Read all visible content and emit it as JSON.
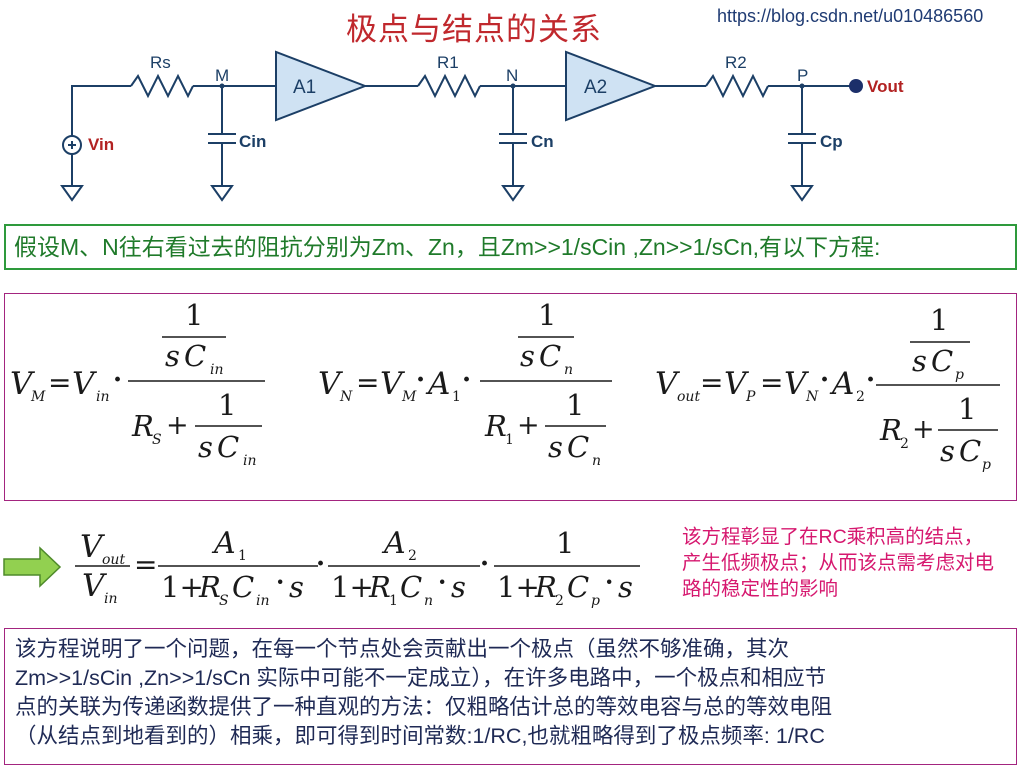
{
  "title": "极点与结点的关系",
  "url": "https://blog.csdn.net/u010486560",
  "schematic": {
    "labels": {
      "rs": "Rs",
      "m": "M",
      "a1": "A1",
      "cin": "Cin",
      "vin": "Vin",
      "r1": "R1",
      "n": "N",
      "a2": "A2",
      "cn": "Cn",
      "r2": "R2",
      "p": "P",
      "cp": "Cp",
      "vout": "Vout"
    },
    "colors": {
      "wire": "#1c3f66",
      "amp_fill": "#cfe2f3",
      "source": "#b22222",
      "node": "#1c2f6a"
    }
  },
  "assumption": "假设M、N往右看过去的阻抗分别为Zm、Zn，且Zm>>1/sCin ,Zn>>1/sCn,有以下方程:",
  "equations": {
    "one": "1",
    "dot": "·",
    "eq": "=",
    "plus": "+",
    "V": "V",
    "A": "A",
    "s": "s",
    "C": "C",
    "R": "R",
    "sub_M": "M",
    "sub_in": "in",
    "sub_N": "N",
    "sub_n": "n",
    "sub_p": "p",
    "sub_S": "S",
    "sub_1": "1",
    "sub_2": "2",
    "sub_out": "out",
    "sub_P": "P",
    "tf_lead": "1+",
    "tf_s": "s"
  },
  "note": "该方程彰显了在RC乘积高的结点，产生低频极点；从而该点需考虑对电路的稳定性的影响",
  "summary_lines": [
    "该方程说明了一个问题，在每一个节点处会贡献出一个极点（虽然不够准确，其次",
    "Zm>>1/sCin ,Zn>>1/sCn 实际中可能不一定成立），在许多电路中，一个极点和相应节",
    "点的关联为传递函数提供了一种直观的方法：仅粗略估计总的等效电容与总的等效电阻",
    "（从结点到地看到的）相乘，即可得到时间常数:1/RC,也就粗略得到了极点频率: 1/RC"
  ],
  "colors": {
    "title": "#c0282d",
    "assumption_border": "#2e9a3c",
    "assumption_text": "#1f7a2a",
    "box_border": "#a3247f",
    "note_text": "#d6186f",
    "arrow_fill": "#92d050",
    "arrow_stroke": "#4e8a2a"
  },
  "icons": {
    "arrow": "right-arrow-icon",
    "ground": "ground-icon",
    "source": "voltage-source-icon"
  }
}
